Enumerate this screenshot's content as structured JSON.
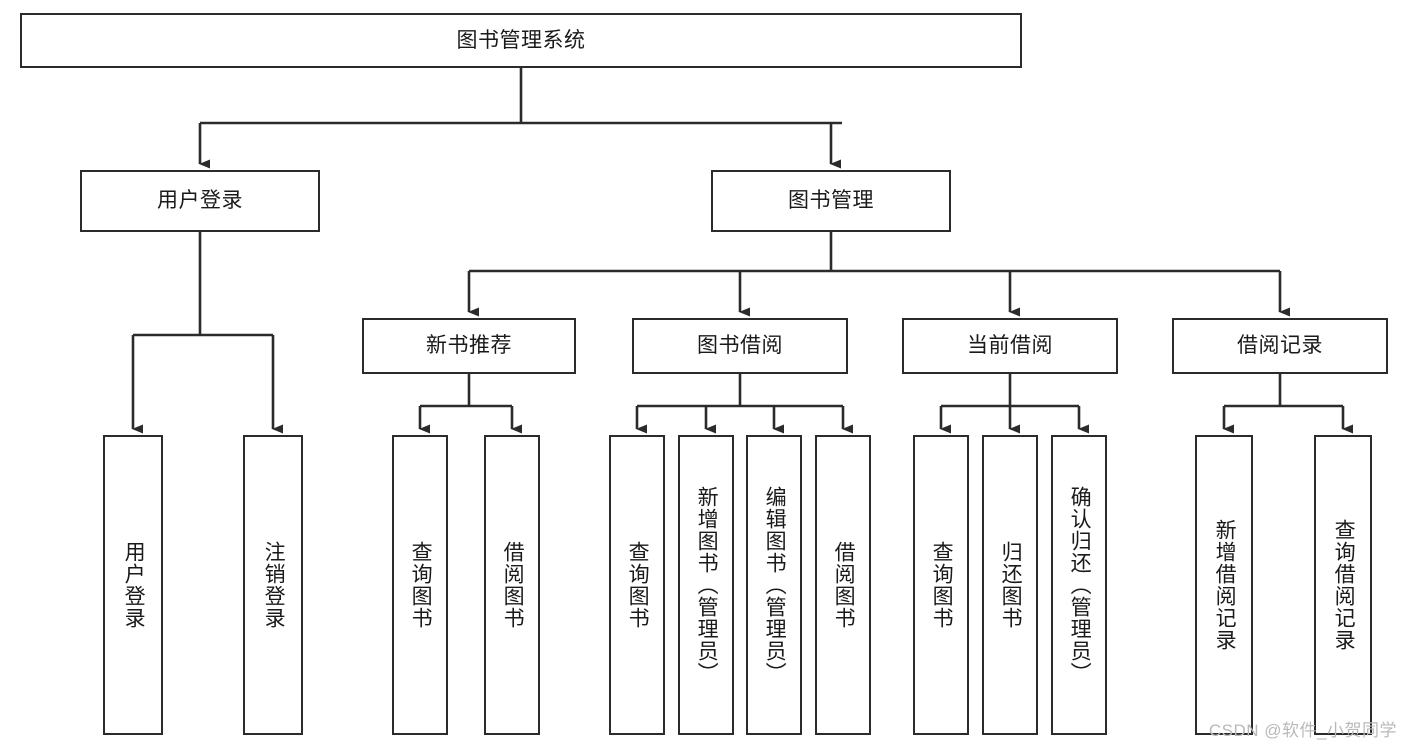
{
  "diagram": {
    "type": "tree-hierarchy-flowchart",
    "title": "图书管理系统",
    "watermark": "CSDN @软件_小贺同学",
    "colors": {
      "box_border": "#2b2b2b",
      "box_fill": "#ffffff",
      "connector": "#2b2b2b",
      "background": "#ffffff",
      "watermark": "#b9b9b9"
    },
    "levels": {
      "root": {
        "label": "图书管理系统"
      },
      "level1": [
        {
          "id": "user-login",
          "label": "用户登录"
        },
        {
          "id": "book-management",
          "label": "图书管理"
        }
      ],
      "level2": [
        {
          "id": "new-book-recommend",
          "label": "新书推荐",
          "parent": "book-management"
        },
        {
          "id": "book-borrow",
          "label": "图书借阅",
          "parent": "book-management"
        },
        {
          "id": "current-borrow",
          "label": "当前借阅",
          "parent": "book-management"
        },
        {
          "id": "borrow-record",
          "label": "借阅记录",
          "parent": "book-management"
        }
      ],
      "leaves": {
        "user-login": [
          {
            "id": "leaf-user-login",
            "label": "用户登录"
          },
          {
            "id": "leaf-logout-login",
            "label": "注销登录"
          }
        ],
        "new-book-recommend": [
          {
            "id": "leaf-query-book-1",
            "label": "查询图书"
          },
          {
            "id": "leaf-borrow-book-1",
            "label": "借阅图书"
          }
        ],
        "book-borrow": [
          {
            "id": "leaf-query-book-2",
            "label": "查询图书"
          },
          {
            "id": "leaf-add-book",
            "label": "新增图书（管理员）"
          },
          {
            "id": "leaf-edit-book",
            "label": "编辑图书（管理员）"
          },
          {
            "id": "leaf-borrow-book-2",
            "label": "借阅图书"
          }
        ],
        "current-borrow": [
          {
            "id": "leaf-query-book-3",
            "label": "查询图书"
          },
          {
            "id": "leaf-return-book",
            "label": "归还图书"
          },
          {
            "id": "leaf-confirm-return",
            "label": "确认归还（管理员）"
          }
        ],
        "borrow-record": [
          {
            "id": "leaf-add-borrow-record",
            "label": "新增借阅记录"
          },
          {
            "id": "leaf-query-borrow-record",
            "label": "查询借阅记录"
          }
        ]
      }
    }
  }
}
